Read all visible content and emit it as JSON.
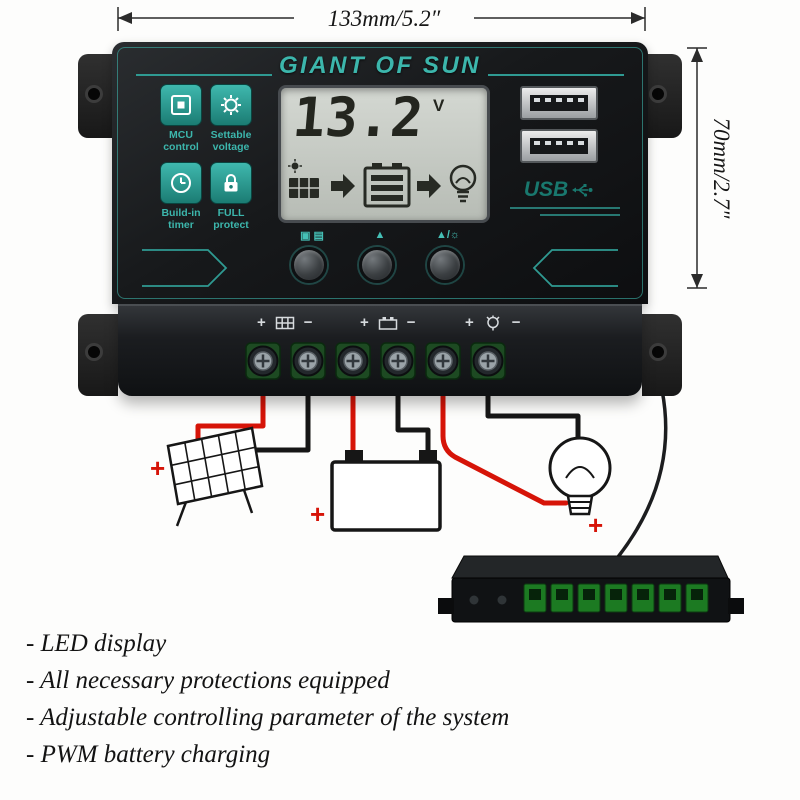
{
  "dimensions": {
    "width": "133mm/5.2″",
    "height": "70mm/2.7″"
  },
  "controller": {
    "brand": "GIANT OF SUN",
    "feature_badges": [
      {
        "line1": "MCU",
        "line2": "control"
      },
      {
        "line1": "Settable",
        "line2": "voltage"
      },
      {
        "line1": "Build-in",
        "line2": "timer"
      },
      {
        "line1": "FULL",
        "line2": "protect"
      }
    ],
    "lcd": {
      "value": "13.2",
      "unit": "V"
    },
    "usb_label": "USB",
    "button_labels": [
      "▣ ▤",
      "▲",
      "▲/☼"
    ],
    "terminal_labels": [
      {
        "plus": "+",
        "minus": "−"
      },
      {
        "plus": "+",
        "minus": "−"
      },
      {
        "plus": "+",
        "minus": "−"
      }
    ]
  },
  "wiring": {
    "plus": "+"
  },
  "features_list": [
    "- LED display",
    "- All necessary protections equipped",
    "- Adjustable controlling parameter of the system",
    "- PWM battery charging"
  ],
  "colors": {
    "teal": "#2f9a92",
    "wire_red": "#d61408",
    "body_black": "#17191b"
  }
}
